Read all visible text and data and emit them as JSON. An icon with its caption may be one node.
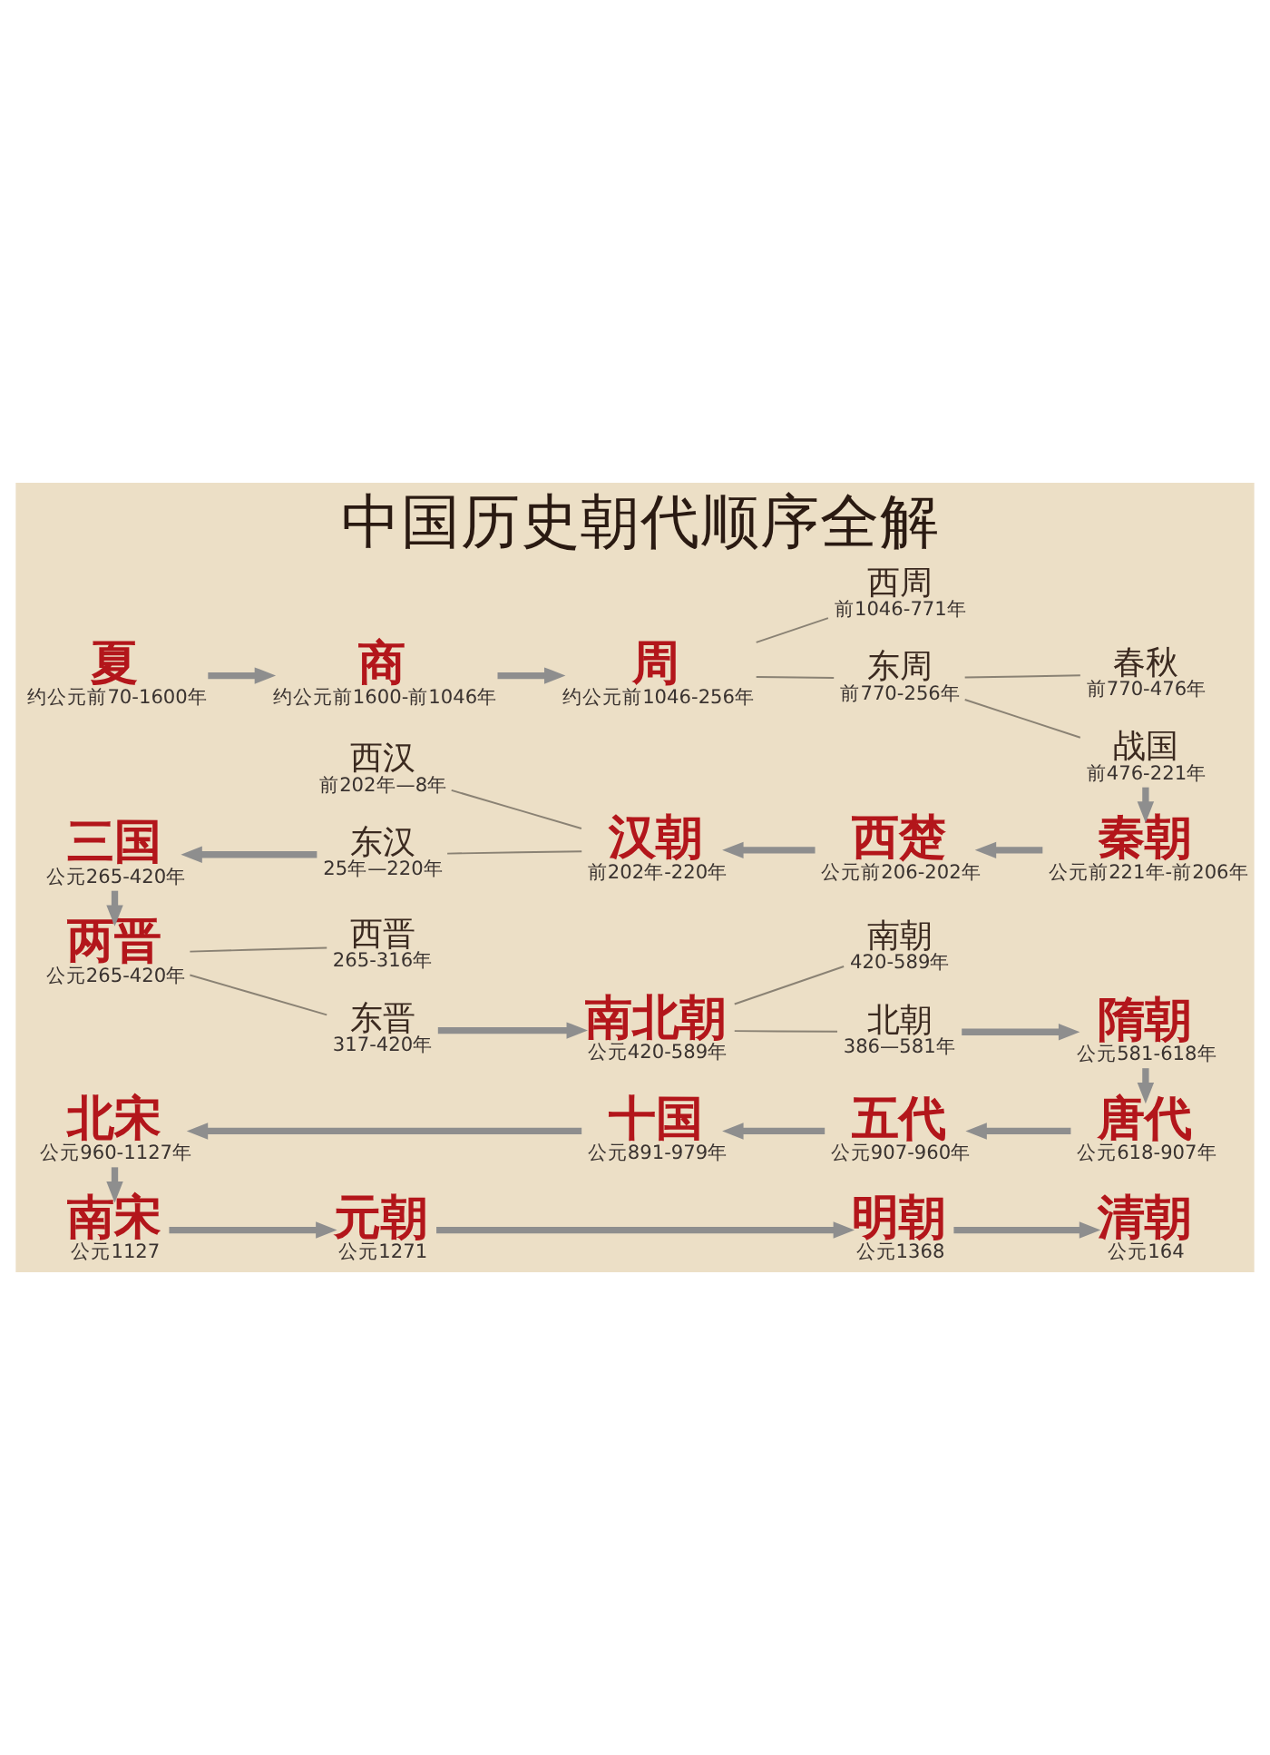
{
  "diagram": {
    "title": "中国历史朝代顺序全解",
    "nodes": [
      {
        "text": [
          "夏"
        ],
        "beside": [
          "约公元前70-1600年"
        ]
      },
      {
        "text": [
          "商"
        ],
        "beside": [
          "约公元前1600-前1046年"
        ]
      },
      {
        "text": [
          "周"
        ],
        "beside": [
          "约公元前1046-256年"
        ]
      },
      {
        "text": [
          "西周"
        ],
        "beside": [
          "前1046-771年"
        ]
      },
      {
        "text": [
          "东周"
        ],
        "beside": [
          "前770-256年"
        ]
      },
      {
        "text": [
          "春秋"
        ],
        "beside": [
          "前770-476年"
        ]
      },
      {
        "text": [
          "战国"
        ],
        "beside": [
          "前476-221年"
        ]
      },
      {
        "text": [
          "三国"
        ],
        "beside": [
          "公元265-420年"
        ]
      },
      {
        "text": [
          "西汉"
        ],
        "beside": [
          "前202年—8年"
        ]
      },
      {
        "text": [
          "东汉"
        ],
        "beside": [
          "25年—220年"
        ]
      },
      {
        "text": [
          "汉朝"
        ],
        "beside": [
          "前202年-220年"
        ]
      },
      {
        "text": [
          "西楚"
        ],
        "beside": [
          "公元前206-202年"
        ]
      },
      {
        "text": [
          "秦朝"
        ],
        "beside": [
          "公元前221年-前206年"
        ]
      },
      {
        "text": [
          "两晋"
        ],
        "beside": [
          "公元265-420年"
        ]
      },
      {
        "text": [
          "西晋"
        ],
        "beside": [
          "265-316年"
        ]
      },
      {
        "text": [
          "东晋"
        ],
        "beside": [
          "317-420年"
        ]
      },
      {
        "text": [
          "南北朝"
        ],
        "beside": [
          "公元420-589年"
        ]
      },
      {
        "text": [
          "南朝"
        ],
        "beside": [
          "420-589年"
        ]
      },
      {
        "text": [
          "北朝"
        ],
        "beside": [
          "386—581年"
        ]
      },
      {
        "text": [
          "隋朝"
        ],
        "beside": [
          "公元581-618年"
        ]
      },
      {
        "text": [
          "北宋"
        ],
        "beside": [
          "公元960-1127年"
        ]
      },
      {
        "text": [
          "十国"
        ],
        "beside": [
          "公元891-979年"
        ]
      },
      {
        "text": [
          "五代"
        ],
        "beside": [
          "公元907-960年"
        ]
      },
      {
        "text": [
          "唐代"
        ],
        "beside": [
          "公元618-907年"
        ]
      },
      {
        "text": [
          "南宋"
        ],
        "beside": [
          "公元1127"
        ]
      },
      {
        "text": [
          "元朝"
        ],
        "beside": [
          "公元1271"
        ]
      },
      {
        "text": [
          "明朝"
        ],
        "beside": [
          "公元1368"
        ]
      },
      {
        "text": [
          "清朝"
        ],
        "beside": [
          "公元164"
        ]
      }
    ],
    "edges": [
      {
        "from": 0,
        "to": 1,
        "arrow": "to"
      },
      {
        "from": 1,
        "to": 2,
        "arrow": "to"
      },
      {
        "from": 2,
        "to": 3,
        "arrow": "none"
      },
      {
        "from": 2,
        "to": 4,
        "arrow": "none"
      },
      {
        "from": 4,
        "to": 5,
        "arrow": "none"
      },
      {
        "from": 4,
        "to": 6,
        "arrow": "none"
      },
      {
        "from": 6,
        "to": 12,
        "arrow": "to"
      },
      {
        "from": 12,
        "to": 11,
        "arrow": "to"
      },
      {
        "from": 11,
        "to": 10,
        "arrow": "to"
      },
      {
        "from": 10,
        "to": 8,
        "arrow": "none"
      },
      {
        "from": 10,
        "to": 9,
        "arrow": "none"
      },
      {
        "from": 9,
        "to": 7,
        "arrow": "to"
      },
      {
        "from": 7,
        "to": 13,
        "arrow": "to"
      },
      {
        "from": 13,
        "to": 14,
        "arrow": "none"
      },
      {
        "from": 13,
        "to": 15,
        "arrow": "none"
      },
      {
        "from": 15,
        "to": 16,
        "arrow": "to"
      },
      {
        "from": 16,
        "to": 17,
        "arrow": "none"
      },
      {
        "from": 16,
        "to": 18,
        "arrow": "none"
      },
      {
        "from": 18,
        "to": 19,
        "arrow": "to"
      },
      {
        "from": 19,
        "to": 23,
        "arrow": "to"
      },
      {
        "from": 23,
        "to": 22,
        "arrow": "to"
      },
      {
        "from": 22,
        "to": 21,
        "arrow": "to"
      },
      {
        "from": 21,
        "to": 20,
        "arrow": "to"
      },
      {
        "from": 20,
        "to": 24,
        "arrow": "to"
      },
      {
        "from": 24,
        "to": 25,
        "arrow": "to"
      },
      {
        "from": 25,
        "to": 26,
        "arrow": "to"
      },
      {
        "from": 26,
        "to": 27,
        "arrow": "to"
      }
    ]
  }
}
